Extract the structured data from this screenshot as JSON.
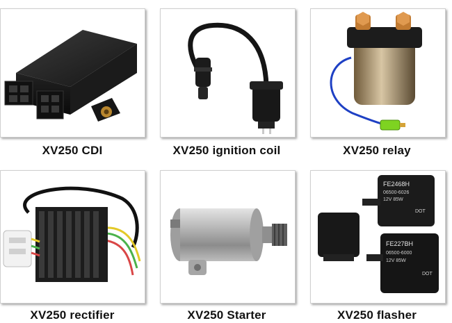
{
  "products": [
    {
      "caption": "XV250 CDI"
    },
    {
      "caption": "XV250 ignition coil"
    },
    {
      "caption": "XV250 relay"
    },
    {
      "caption": "XV250 rectifier"
    },
    {
      "caption": "XV250 Starter"
    },
    {
      "caption": "XV250 flasher",
      "label_top": [
        "FE2468H",
        "06500-6026",
        "12V 85W",
        "DOT"
      ],
      "label_bottom": [
        "FE227BH",
        "06500-6000",
        "12V 85W",
        "DOT"
      ]
    }
  ]
}
